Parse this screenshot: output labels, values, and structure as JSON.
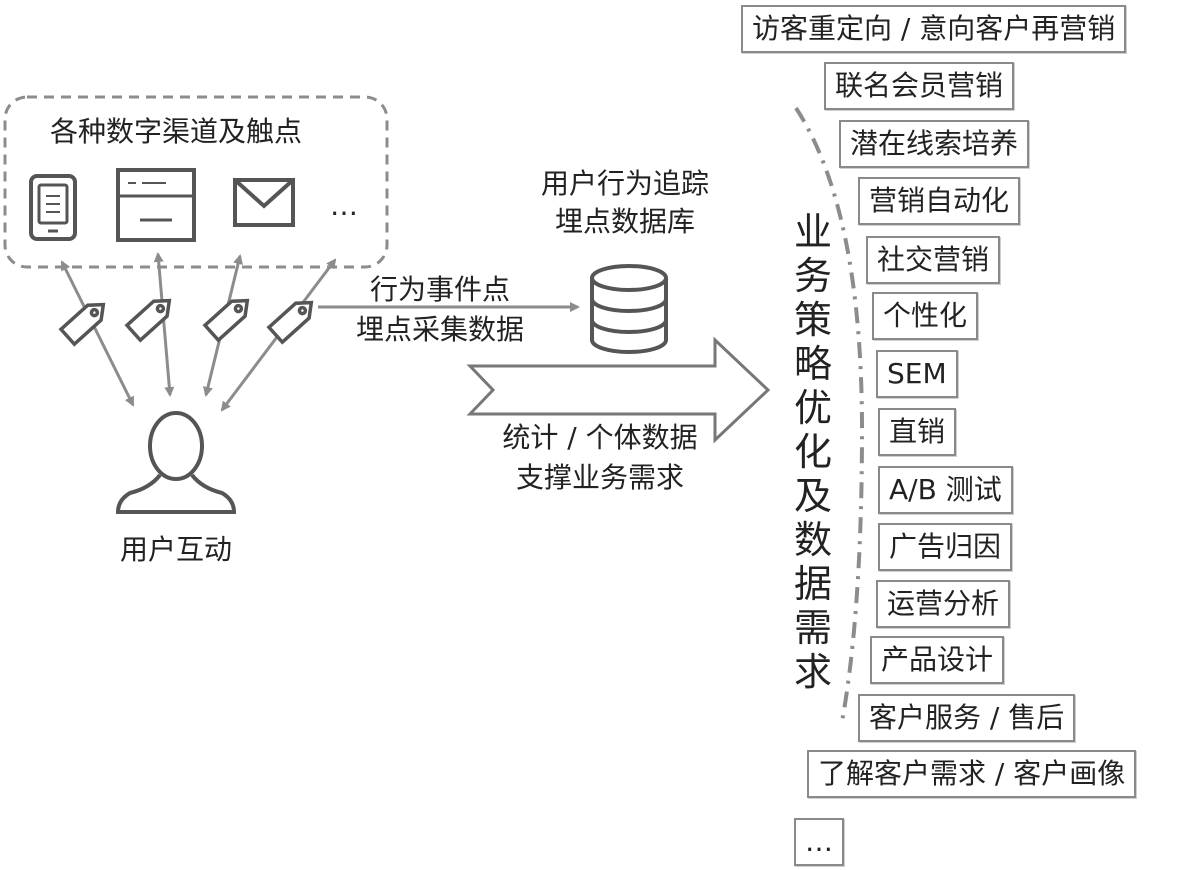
{
  "channels": {
    "title": "各种数字渠道及触点",
    "more": "…",
    "icons": [
      "tablet-icon",
      "browser-window-icon",
      "envelope-icon"
    ]
  },
  "user": {
    "label": "用户互动",
    "icon": "user-icon"
  },
  "collect": {
    "line1": "行为事件点",
    "line2": "埋点采集数据"
  },
  "database": {
    "line1": "用户行为追踪",
    "line2": "埋点数据库",
    "icon": "database-icon"
  },
  "support": {
    "line1": "统计 / 个体数据",
    "line2": "支撑业务需求"
  },
  "strategy": {
    "title": "业务策略优化及数据需求",
    "items": [
      "访客重定向 / 意向客户再营销",
      "联名会员营销",
      "潜在线索培养",
      "营销自动化",
      "社交营销",
      "个性化",
      "SEM",
      "直销",
      "A/B 测试",
      "广告归因",
      "运营分析",
      "产品设计",
      "客户服务 / 售后",
      "了解客户需求 / 客户画像",
      "…"
    ]
  },
  "colors": {
    "stroke": "#555555",
    "arrow": "#8c8c8c",
    "dashed": "#8c8c8c"
  }
}
